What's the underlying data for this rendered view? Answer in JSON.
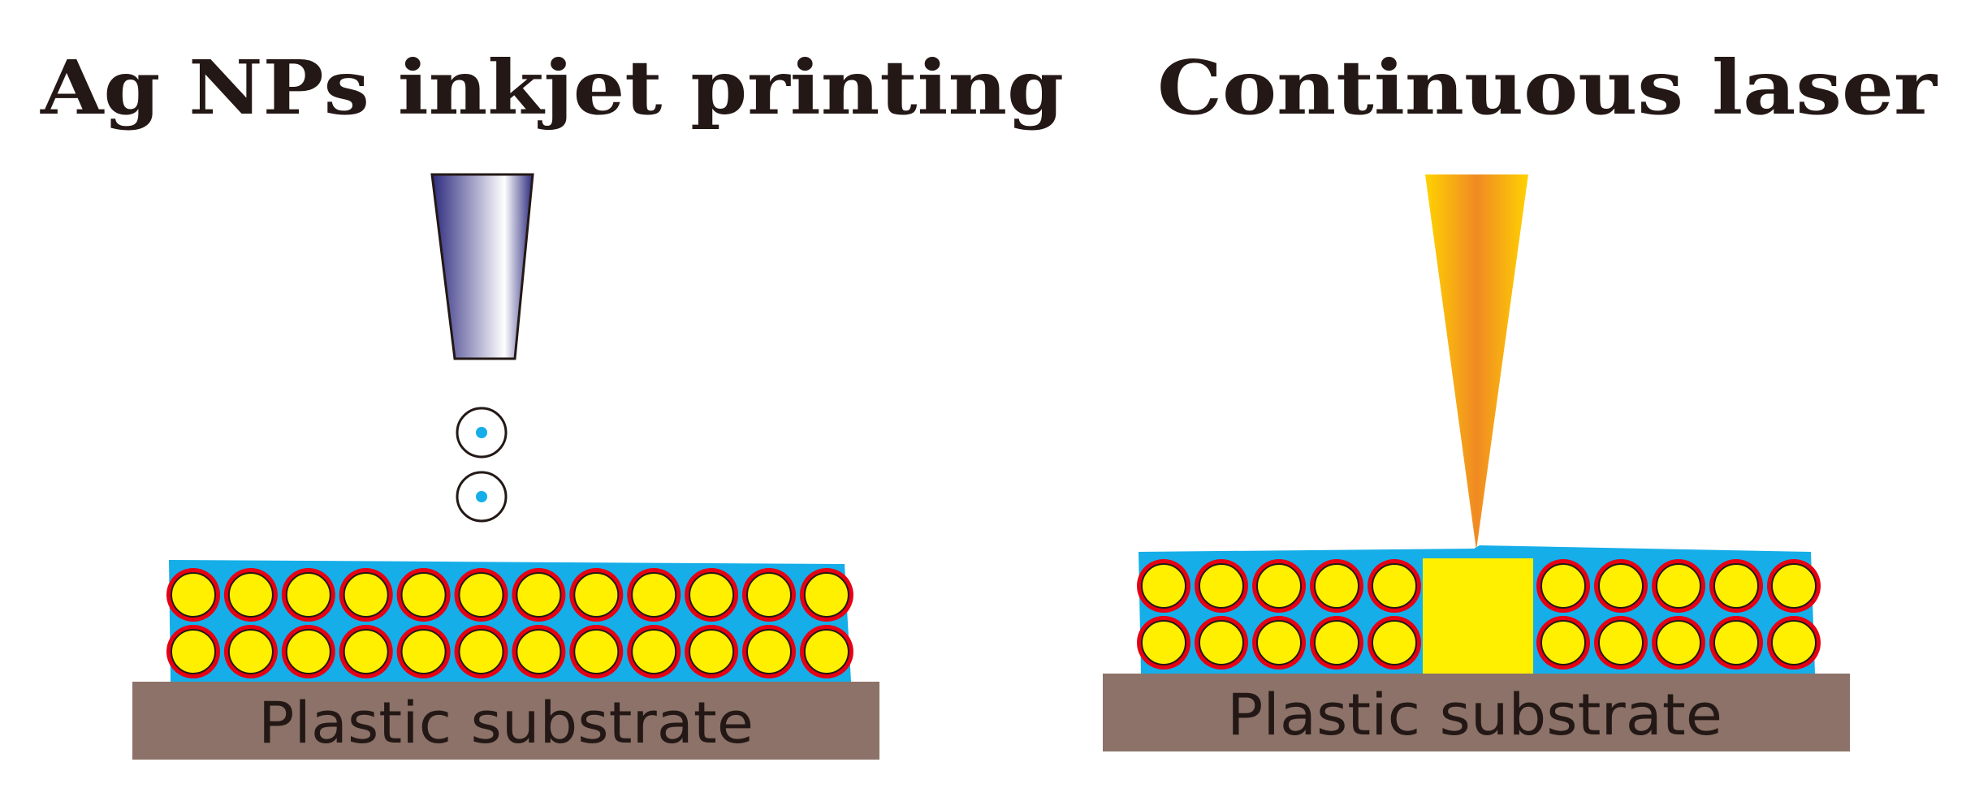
{
  "panels": {
    "left": {
      "title": "Ag NPs inkjet printing",
      "substrate_label": "Plastic substrate"
    },
    "right": {
      "title": "Continuous laser",
      "substrate_label": "Plastic substrate"
    }
  },
  "colors": {
    "title_text": "#231815",
    "ink_layer": "#16aee8",
    "particle_fill": "#fff000",
    "particle_ring": "#e60012",
    "substrate": "#8c7268",
    "nozzle_dark": "#2d2a7e",
    "nozzle_light": "#ffffff",
    "laser_outer": "#ffd200",
    "laser_inner": "#f08a24",
    "droplet_core": "#16aee8"
  }
}
